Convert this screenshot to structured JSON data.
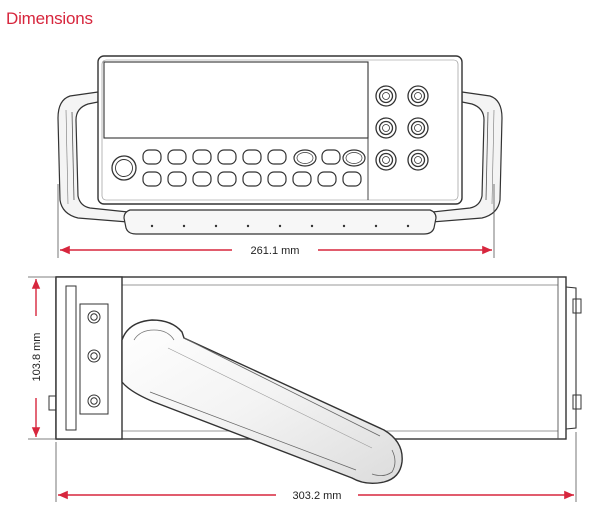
{
  "title": "Dimensions",
  "colors": {
    "accent": "#d7263d",
    "line": "#3a3a3a"
  },
  "dimensions": {
    "front_width": "261.1 mm",
    "side_height": "103.8 mm",
    "side_depth": "303.2 mm"
  }
}
